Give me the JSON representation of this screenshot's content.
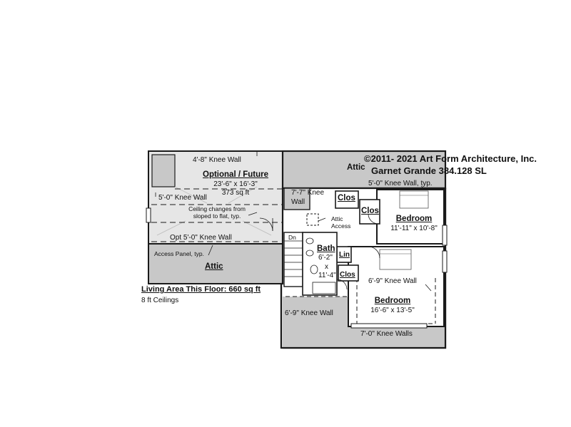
{
  "title_block": {
    "copyright": "©2011- 2021 Art Form Architecture, Inc.",
    "plan_name": "Garnet Grande 384.128 SL"
  },
  "floor_summary": {
    "living_area": "Living Area This Floor: 660 sq ft",
    "ceilings": "8 ft Ceilings"
  },
  "rooms": {
    "optional_future": {
      "name": "Optional / Future",
      "dims": "23'-6\" x 16'-3\"",
      "area": "373 sq ft"
    },
    "attic_top": {
      "name": "Attic"
    },
    "attic_left": {
      "name": "Attic"
    },
    "bedroom_1": {
      "name": "Bedroom",
      "dims": "11'-11\" x 10'-8\""
    },
    "bedroom_2": {
      "name": "Bedroom",
      "dims": "16'-6\" x 13'-5\""
    },
    "bath": {
      "name": "Bath",
      "dim_w": "6'-2\"",
      "dim_x": "x",
      "dim_l": "11'-4\""
    },
    "closet_a": {
      "name": "Clos"
    },
    "closet_b": {
      "name": "Clos"
    },
    "closet_c": {
      "name": "Clos"
    },
    "linen": {
      "name": "Lin"
    }
  },
  "notes": {
    "knee_4_8": "4'-8\" Knee Wall",
    "knee_5_0_left": "5'-0\" Knee Wall",
    "ceiling_change_1": "Ceiling changes from",
    "ceiling_change_2": "sloped to flat, typ.",
    "opt_knee": "Opt 5'-0\" Knee Wall",
    "access_panel": "Access Panel, typ.",
    "knee_7_7_line1": "7'-7\" Knee",
    "knee_7_7_line2": "Wall",
    "knee_5_0_typ": "5'-0\" Knee Wall, typ.",
    "attic_access_1": "Attic",
    "attic_access_2": "Access",
    "stair_down": "Dn",
    "knee_6_9_a": "6'-9\" Knee Wall",
    "knee_6_9_b": "6'-9\" Knee Wall",
    "knee_7_0": "7'-0\" Knee Walls"
  },
  "colors": {
    "wall": "#1a1a1a",
    "attic_fill": "#c8c8c8",
    "optional_fill": "#e6e6e6",
    "room_fill": "#ffffff"
  }
}
